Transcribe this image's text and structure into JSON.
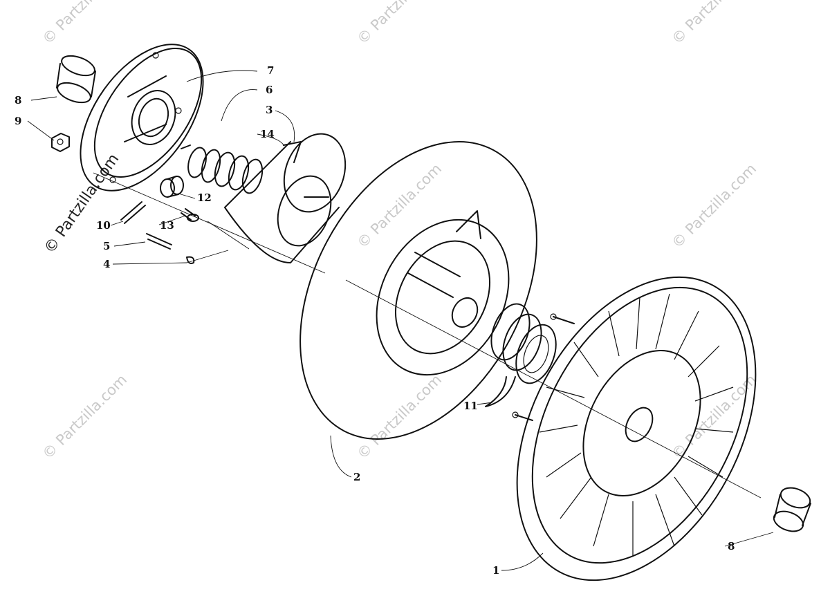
{
  "diagram": {
    "callouts": [
      {
        "id": "c1",
        "label": "1"
      },
      {
        "id": "c2",
        "label": "2"
      },
      {
        "id": "c3",
        "label": "3"
      },
      {
        "id": "c4",
        "label": "4"
      },
      {
        "id": "c5",
        "label": "5"
      },
      {
        "id": "c6",
        "label": "6"
      },
      {
        "id": "c7",
        "label": "7"
      },
      {
        "id": "c8a",
        "label": "8"
      },
      {
        "id": "c8b",
        "label": "8"
      },
      {
        "id": "c9",
        "label": "9"
      },
      {
        "id": "c10",
        "label": "10"
      },
      {
        "id": "c11",
        "label": "11"
      },
      {
        "id": "c12",
        "label": "12"
      },
      {
        "id": "c13",
        "label": "13"
      },
      {
        "id": "c14",
        "label": "14"
      }
    ],
    "watermark": {
      "light_text": "© Partzilla.com",
      "dark_text": "© Partzilla.com"
    }
  }
}
